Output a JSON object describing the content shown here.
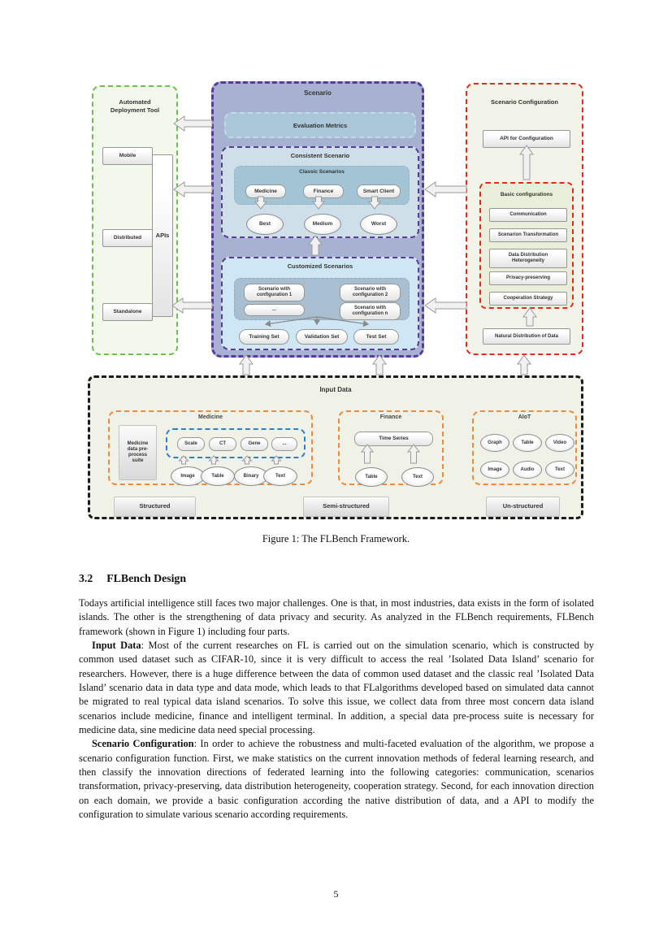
{
  "figure": {
    "deployment": {
      "title_line1": "Automated",
      "title_line2": "Deployment Tool",
      "nodes": [
        "Mobile",
        "Distributed",
        "Standalone"
      ],
      "apis_label": "APIs"
    },
    "scenario": {
      "title": "Scenario",
      "evaluation_metrics": "Evaluation Metrics",
      "consistent": {
        "title": "Consistent Scenario",
        "classic_title": "Classic Scenarios",
        "classic_items": [
          "Medicine",
          "Finance",
          "Smart Client"
        ],
        "levels": [
          "Best",
          "Medium",
          "Worst"
        ]
      },
      "customized": {
        "title": "Customized Scenarios",
        "configs": [
          "Scenario with configuration 1",
          "Scenario with configuration 2",
          "...",
          "Scenario with configuration n"
        ],
        "sets": [
          "Training Set",
          "Validation Set",
          "Test Set"
        ]
      }
    },
    "configuration": {
      "title": "Scenario Configuration",
      "api_box": "API for Configuration",
      "basic_title": "Basic configurations",
      "basic_items": [
        "Communication",
        "Scenarion Transformation",
        "Data Distribution Heterogeneity",
        "Privacy-preserving",
        "Cooperation Strategy"
      ],
      "natural_box": "Natural Distribution of Data"
    },
    "input_data": {
      "title": "Input Data",
      "medicine": {
        "title": "Medicine",
        "preprocess": "Medicine data pre-process suite",
        "modalities": [
          "Scale",
          "CT",
          "Gene",
          "..."
        ],
        "sources": [
          "Image",
          "Table",
          "Binary",
          "Text"
        ]
      },
      "finance": {
        "title": "Finance",
        "center": "Time Series",
        "sources": [
          "Table",
          "Text"
        ]
      },
      "aiot": {
        "title": "AIoT",
        "row1": [
          "Graph",
          "Table",
          "Video"
        ],
        "row2": [
          "Image",
          "Audio",
          "Text"
        ]
      },
      "structure_labels": [
        "Structured",
        "Semi-structured",
        "Un-structured"
      ]
    },
    "colors": {
      "green_border": "#6cc24a",
      "purple_border": "#5a3a9a",
      "red_border": "#e02a20",
      "orange_border": "#f08a3a",
      "blue_border": "#2e7ed0",
      "black_border": "#1c1c1c",
      "scenario_fill": "#a7b1d2",
      "consistent_fill": "#cfdfe9",
      "customized_fill": "#cfe7f4",
      "classic_fill": "#a3c4d4",
      "input_fill": "#f0f2e7"
    }
  },
  "caption": "Figure 1: The FLBench Framework.",
  "section": {
    "number": "3.2",
    "title": "FLBench Design"
  },
  "paragraphs": [
    {
      "lead": "",
      "text": "Todays artificial intelligence still faces two major challenges. One is that, in most industries, data exists in the form of isolated islands. The other is the strengthening of data privacy and security. As analyzed in the FLBench requirements, FLBench framework (shown in Figure 1) including four parts."
    },
    {
      "lead": "Input Data",
      "text": ": Most of the current researches on FL is carried out on the simulation scenario, which is constructed by common used dataset such as CIFAR-10, since it is very difficult to access the real ’Isolated Data Island’ scenario for researchers. However, there is a huge difference between the data of common used dataset and the classic real ’Isolated Data Island’ scenario data in data type and data mode, which leads to that FLalgorithms developed based on simulated data cannot be migrated to real typical data island scenarios. To solve this issue, we collect data from three most concern data island scenarios include medicine, finance and intelligent terminal. In addition, a special data pre-process suite is necessary for medicine data, sine medicine data need special processing."
    },
    {
      "lead": "Scenario Configuration",
      "text": ": In order to achieve the robustness and multi-faceted evaluation of the algorithm, we propose a scenario configuration function. First, we make statistics on the current innovation methods of federal learning research, and then classify the innovation directions of federated learning into the following categories: communication, scenarios transformation, privacy-preserving, data distribution heterogeneity, cooperation strategy. Second, for each innovation direction on each domain, we provide a basic configuration according the native distribution of data, and a API to modify the configuration to simulate various scenario according requirements."
    }
  ],
  "page_number": "5"
}
